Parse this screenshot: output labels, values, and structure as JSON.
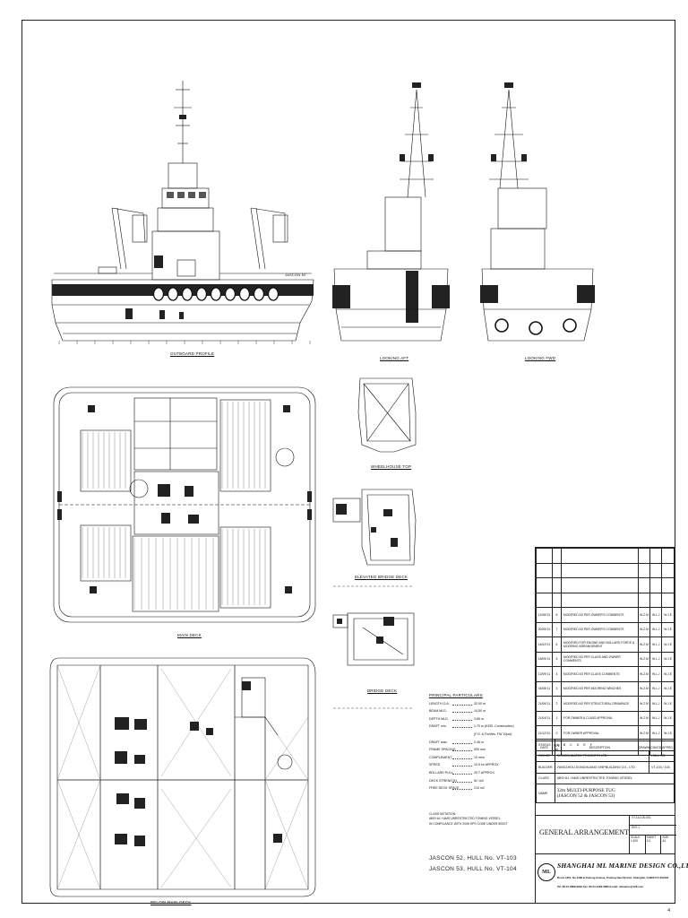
{
  "drawing": {
    "title": "GENERAL ARRANGEMENT",
    "page_number": "4",
    "views": {
      "outboard_profile": "OUTBOARD PROFILE",
      "looking_aft": "LOOKING AFT",
      "looking_fwd": "LOOKING FWD",
      "main_deck": "MAIN DECK",
      "wheelhouse_top": "WHEELHOUSE TOP",
      "elevated_bridge_deck": "ELEVATED BRIDGE DECK",
      "bridge_deck": "BRIDGE DECK",
      "below_main_deck": "BELOW MAIN DECK"
    },
    "profile_name": "JASCON 52",
    "principal_particulars": {
      "heading": "PRINCIPAL PARTICULARS",
      "rows": [
        {
          "key": "LENGTH O.A.",
          "value": "32.00 m"
        },
        {
          "key": "BEAM MLD.",
          "value": "14.50 m"
        },
        {
          "key": "DEPTH MLD.",
          "value": "3.65 m"
        },
        {
          "key": "DRAFT min.",
          "value": "1.70 m (KEEL Construction)"
        },
        {
          "key": "",
          "value": "(F.O. & Fw/Ww. FW 10pct)"
        },
        {
          "key": "DRAFT max.",
          "value": "2.45 m"
        },
        {
          "key": "FRAME SPACING",
          "value": "500 mm"
        },
        {
          "key": "COMPLEMENT",
          "value": "10 men"
        },
        {
          "key": "SPEED",
          "value": "10.5 kn APPROX"
        },
        {
          "key": "BOLLARD PULL",
          "value": "25 T APPROX"
        },
        {
          "key": "DECK STRENGTH",
          "value": "5t / m2"
        },
        {
          "key": "FREE DECK SPACE",
          "value": "210 m2"
        }
      ]
    },
    "class_notation": {
      "heading": "CLASS NOTATION:",
      "lines": [
        "ABS+A1 +AMS UNRESTRICTED TOWING VESSEL",
        "IN COMPLIANCE WITH 2006 SPS CODE UNDER 500GT"
      ]
    },
    "hull_numbers": [
      "JASCON 52, HULL No. VT-103",
      "JASCON 53, HULL No. VT-104"
    ]
  },
  "title_block": {
    "revisions": [
      {
        "date": "11/08/'12",
        "rev": "8",
        "description": "MODIFIED AS PER OWNER'S COMMENTS",
        "drawn": "W.Z.M",
        "checked": "W.L.J",
        "approved": "W.J.E"
      },
      {
        "date": "20/05/'12",
        "rev": "7",
        "description": "MODIFIED AS PER OWNER'S COMMENTS",
        "drawn": "W.Z.M",
        "checked": "W.L.J",
        "approved": "W.J.E"
      },
      {
        "date": "14/02/'12",
        "rev": "6",
        "description": "MODIFIED FOR ENGINE AND BOLLARD FORCE & MOORING ARRANGEMENT",
        "drawn": "W.Z.M",
        "checked": "W.L.J",
        "approved": "W.J.E"
      },
      {
        "date": "16/09/'11",
        "rev": "5",
        "description": "MODIFIED AS PER CLASS AND OWNER COMMENTS",
        "drawn": "W.Z.M",
        "checked": "W.L.J",
        "approved": "W.J.E"
      },
      {
        "date": "12/09/'11",
        "rev": "4",
        "description": "MODIFIED AS PER CLASS COMMENTS",
        "drawn": "W.Z.M",
        "checked": "W.L.J",
        "approved": "W.J.E"
      },
      {
        "date": "04/08/'11",
        "rev": "3",
        "description": "MODIFIED AS PER MOORING WINCHES",
        "drawn": "W.Z.M",
        "checked": "W.L.J",
        "approved": "W.J.E"
      },
      {
        "date": "21/06/'11",
        "rev": "2",
        "description": "MODIFIED AS PER STRUCTURAL DRAWINGS",
        "drawn": "W.Z.M",
        "checked": "W.L.J",
        "approved": "W.J.E"
      },
      {
        "date": "21/04/'11",
        "rev": "1",
        "description": "FOR OWNER & CLASS APPROVAL",
        "drawn": "W.Z.M",
        "checked": "W.L.J",
        "approved": "W.J.E"
      },
      {
        "date": "21/12/'10",
        "rev": "0",
        "description": "FOR OWNER APPROVAL",
        "drawn": "W.Z.M",
        "checked": "W.L.J",
        "approved": "W.J.E"
      }
    ],
    "revision_header": {
      "date": "DATE",
      "rev": "REV. No.",
      "description": "DESCRIPTION",
      "drawn": "DRAWN",
      "checked": "CHKED",
      "approved": "APPRO."
    },
    "status_label": "STATUS",
    "status_marks": "A B C D E F",
    "owner_label": "OWNER",
    "owner": "CONSOLIDATED PROJECTS LTD.",
    "hull_no_label": "HULL NO.",
    "builder_label": "BUILDER",
    "builder": "YANGZHOU DONGHUANG SHIPBUILDING CO., LTD",
    "hull_no": "VT-103 / 104",
    "class_label": "CLASS",
    "class": "ABS+A1 +AMS UNRESTRICTED TOWING VESSEL",
    "name_label": "NAME",
    "name_line1": "32m MULTI-PURPOSE TUG",
    "name_line2": "(JASCON 52 & JASCON 53)",
    "drawing_title": "GENERAL ARRANGEMENT",
    "dwg_no": "VT-1A-100-001",
    "sheet": "SHT-1",
    "scale_label": "SCALE",
    "scale": "1:100",
    "sheet_label": "SHEET",
    "sheet_value": "1/1",
    "size_label": "SIZE",
    "size_value": "A1",
    "company": "SHANGHAI ML MARINE DESIGN CO.,LTD",
    "address": "Room 1601, No.1188 & Pudong Avenue, Pudong New District, Shanghai, CHINA  P.C.200135",
    "contact": "Tel: 86-21-6889-9633   Fax: 86-21-6182-6686   E-mail: mlmarine@126.com",
    "logo_text": "ML"
  }
}
